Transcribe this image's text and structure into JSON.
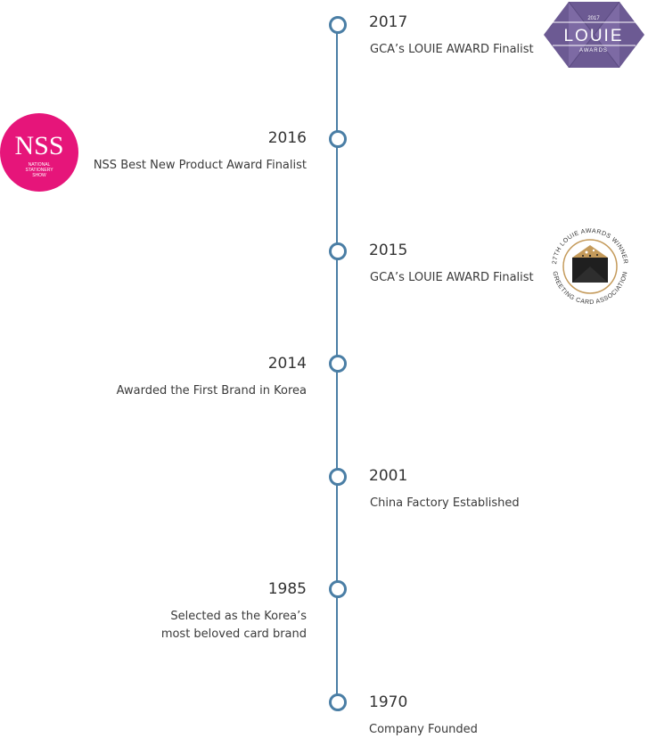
{
  "events": [
    {
      "year": "2017",
      "text": "GCA’s LOUIE AWARD Finalist"
    },
    {
      "year": "2016",
      "text": "NSS Best New Product Award Finalist"
    },
    {
      "year": "2015",
      "text": "GCA’s LOUIE AWARD Finalist"
    },
    {
      "year": "2014",
      "text": "Awarded the First Brand in Korea"
    },
    {
      "year": "2001",
      "text": "China Factory Established"
    },
    {
      "year": "1985",
      "text_line1": "Selected as the Korea’s",
      "text_line2": "most beloved card brand"
    },
    {
      "year": "1970",
      "text": "Company Founded"
    }
  ],
  "badges": {
    "louie_2017": {
      "year": "2017",
      "name": "LOUIE",
      "sub": "AWARDS"
    },
    "nss": {
      "name": "NSS",
      "line1": "NATIONAL",
      "line2": "STATIONERY",
      "line3": "SHOW"
    },
    "louie_27th": {
      "ring_top": "27TH LOUIE AWARDS WINNER",
      "ring_bottom": "GREETING CARD ASSOCIATION"
    }
  },
  "colors": {
    "axis": "#4a7ea5",
    "louie_purple": "#6c5a93",
    "nss_pink": "#e6157a",
    "gold": "#c49a5a"
  }
}
